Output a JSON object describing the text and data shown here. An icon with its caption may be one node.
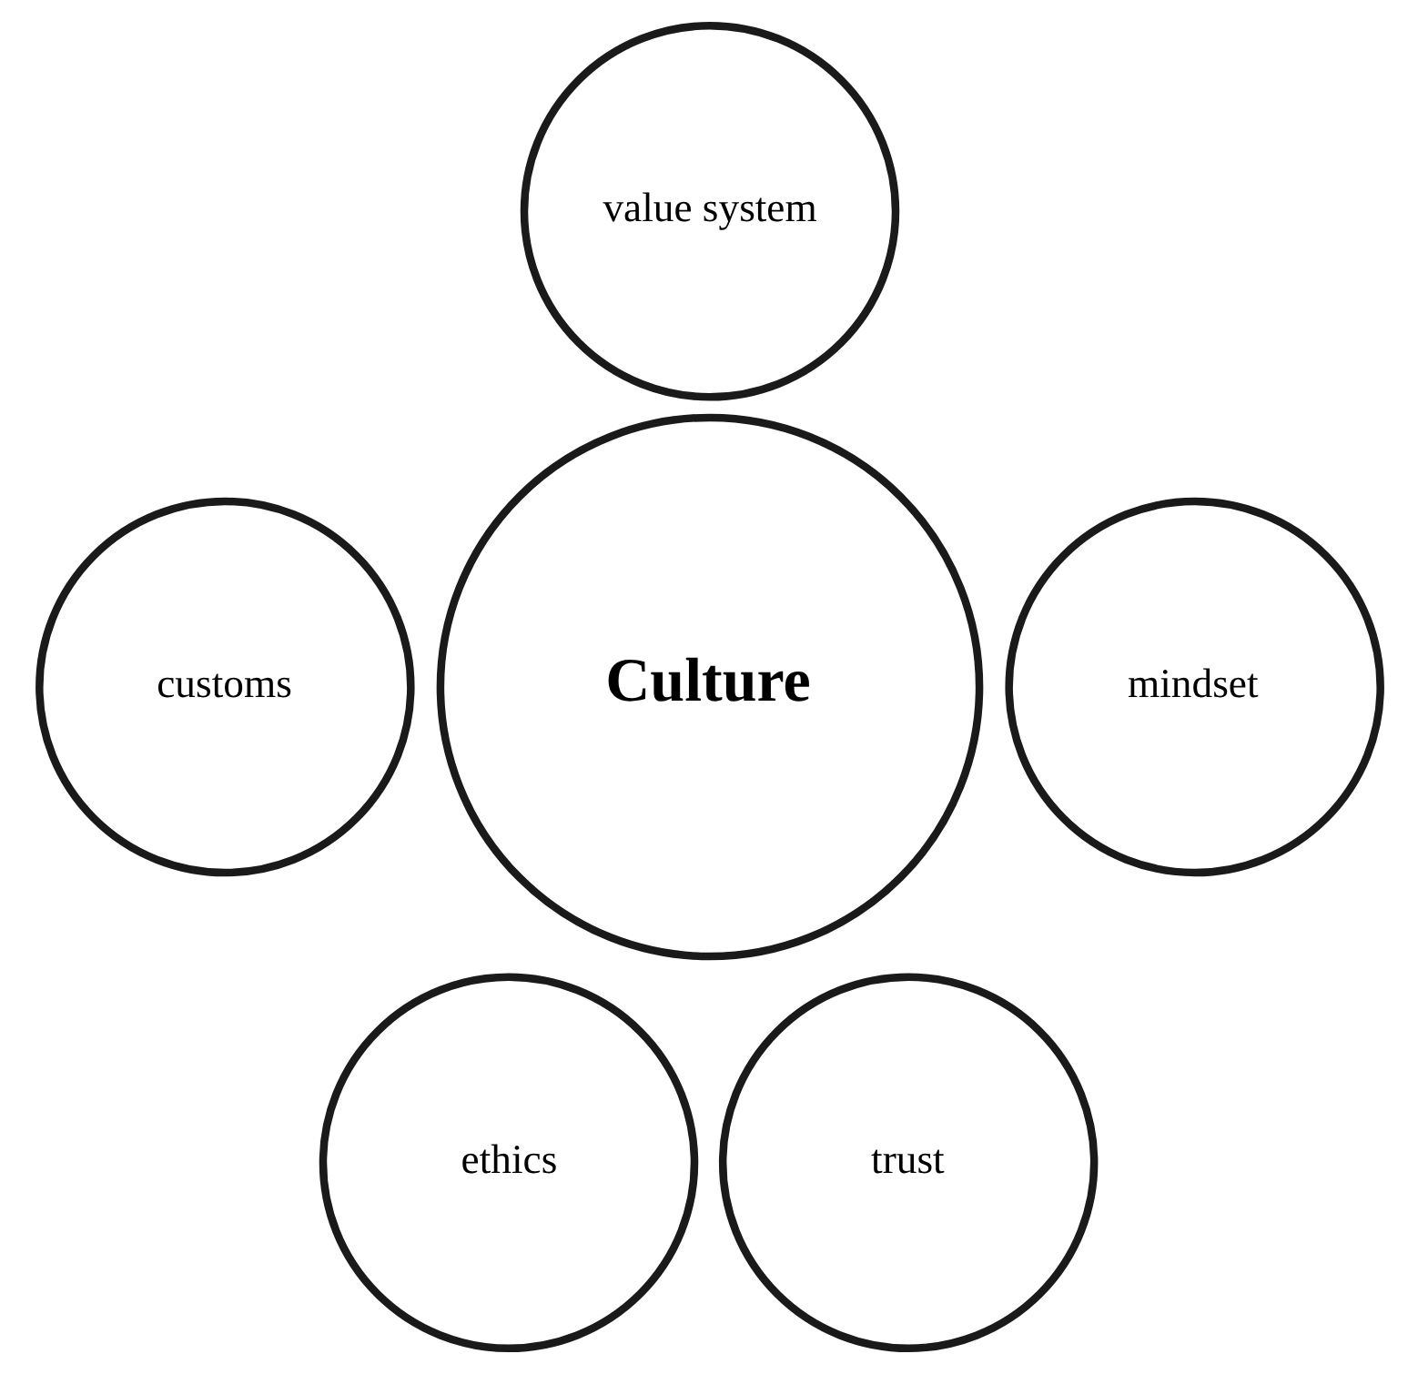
{
  "diagram": {
    "nodes": [
      {
        "text": [
          "value system"
        ]
      },
      {
        "text": [
          "customs"
        ]
      },
      {
        "text": [
          "Culture"
        ]
      },
      {
        "text": [
          "mindset"
        ]
      },
      {
        "text": [
          "ethics"
        ]
      },
      {
        "text": [
          "trust"
        ]
      }
    ]
  }
}
